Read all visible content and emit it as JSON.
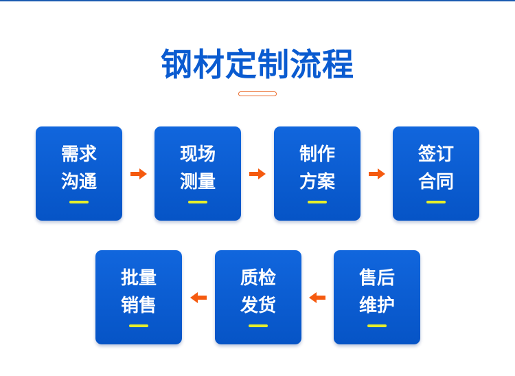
{
  "title": "钢材定制流程",
  "colors": {
    "accent": "#0a5bd0",
    "arrow": "#f55a0f",
    "bar": "#e6ef2a"
  },
  "steps": [
    {
      "line1": "需求",
      "line2": "沟通"
    },
    {
      "line1": "现场",
      "line2": "测量"
    },
    {
      "line1": "制作",
      "line2": "方案"
    },
    {
      "line1": "签订",
      "line2": "合同"
    },
    {
      "line1": "售后",
      "line2": "维护"
    },
    {
      "line1": "质检",
      "line2": "发货"
    },
    {
      "line1": "批量",
      "line2": "销售"
    }
  ]
}
